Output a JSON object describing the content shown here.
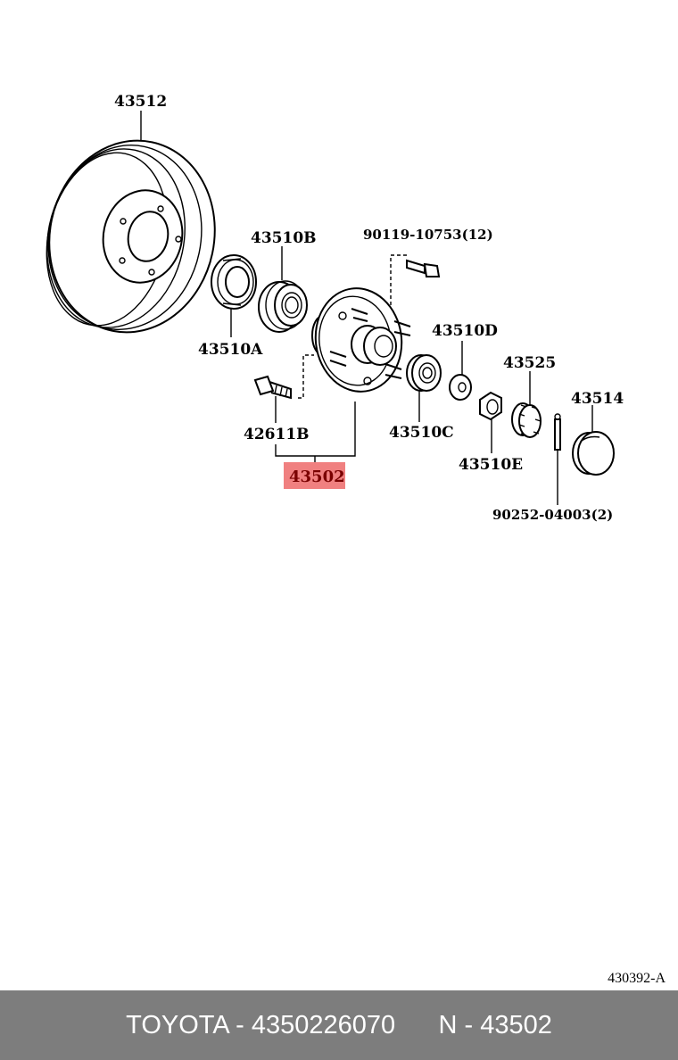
{
  "diagram": {
    "part_labels": {
      "p43512": "43512",
      "p43510B": "43510B",
      "p43510A": "43510A",
      "p90119": "90119-10753(12)",
      "p43510D": "43510D",
      "p43525": "43525",
      "p43514": "43514",
      "p42611B": "42611B",
      "p43510C": "43510C",
      "p43510E": "43510E",
      "p43502": "43502",
      "p90252": "90252-04003(2)"
    },
    "highlight_color": "#f08080",
    "reference_code": "430392-A"
  },
  "footer": {
    "text": "TOYOTA - 4350226070      N - 43502",
    "background": "#7d7d7d"
  }
}
